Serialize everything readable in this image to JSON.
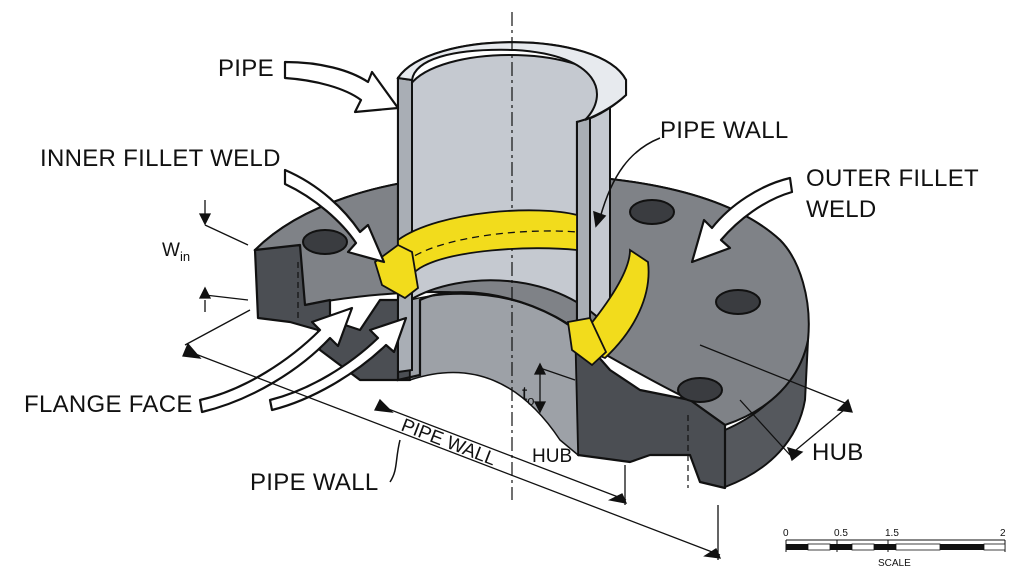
{
  "labels": {
    "pipe": "PIPE",
    "pipe_wall_top": "PIPE WALL",
    "inner_fillet_weld": "INNER FILLET WELD",
    "outer_fillet_weld_line1": "OUTER FILLET",
    "outer_fillet_weld_line2": "WELD",
    "flange_face": "FLANGE FACE",
    "pipe_wall_bottom": "PIPE WALL",
    "hub_right": "HUB",
    "w_in": "W",
    "w_in_sub": "in",
    "t_o": "t",
    "t_o_sub": "o",
    "pipe_wall_dim": "PIPE WALL",
    "hub_dim": "HUB"
  },
  "scale_bar": {
    "ticks": [
      "0",
      "0.5",
      "1.5",
      "2"
    ],
    "caption": "SCALE"
  },
  "colors": {
    "flange_dark": "#4a4d52",
    "flange_top": "#8a8d92",
    "pipe_light": "#d4d8de",
    "pipe_inner": "#b9bec6",
    "weld_yellow": "#f2dc1c",
    "outline": "#111111"
  }
}
